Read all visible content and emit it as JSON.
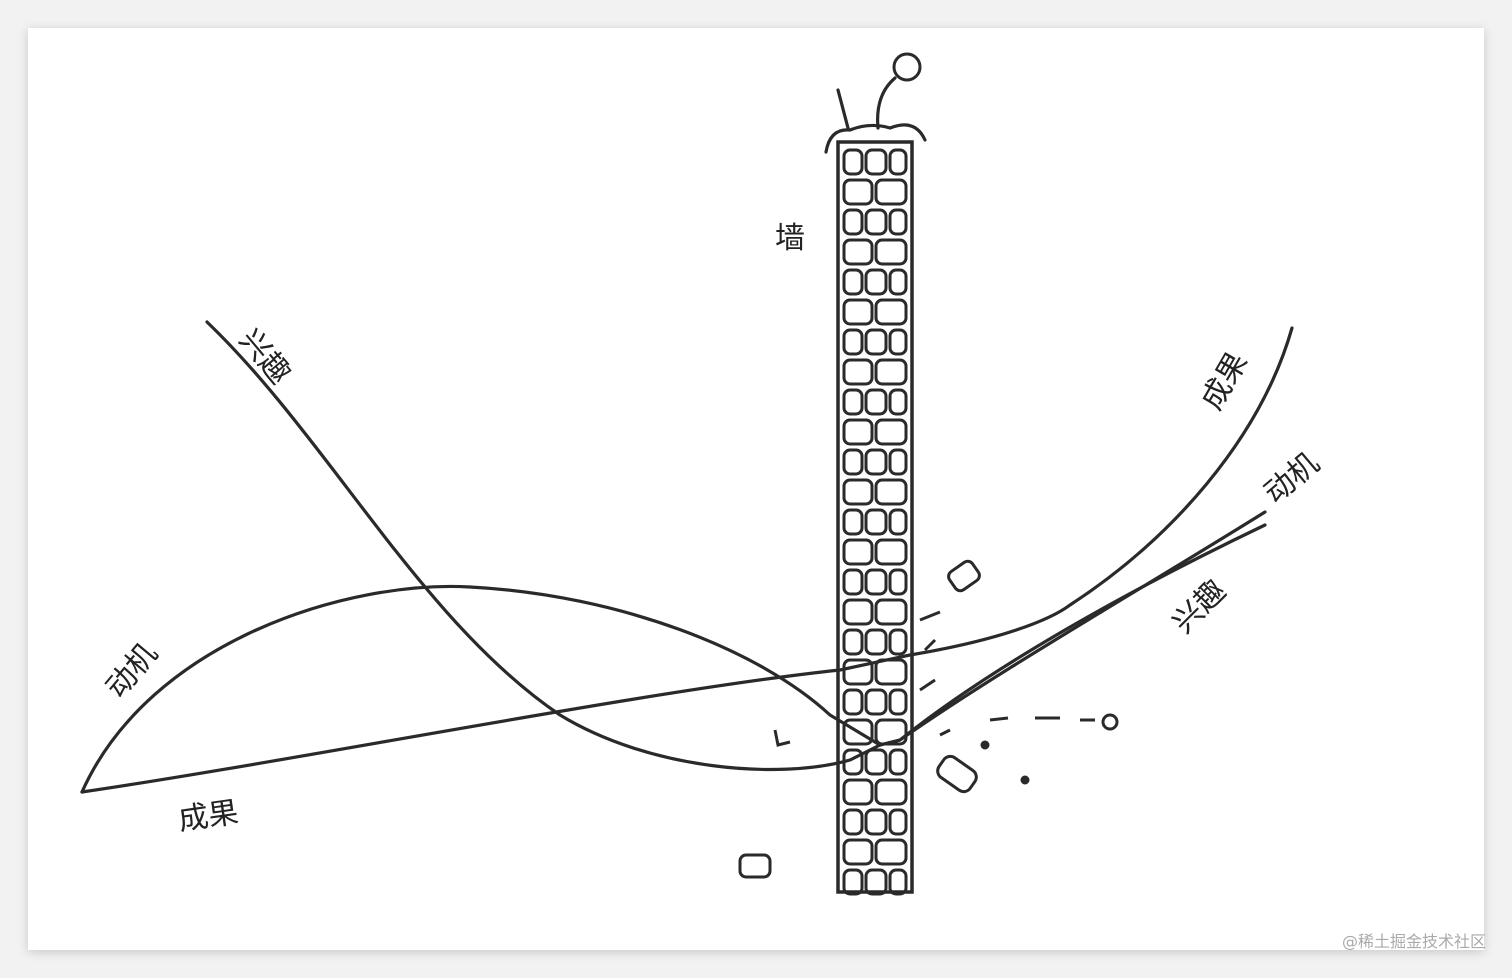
{
  "diagram": {
    "wall_label": "墙",
    "left": {
      "interest": "兴趣",
      "motivation": "动机",
      "result": "成果"
    },
    "right": {
      "interest": "兴趣",
      "motivation": "动机",
      "result": "成果"
    }
  },
  "watermark": "@稀土掘金技术社区"
}
